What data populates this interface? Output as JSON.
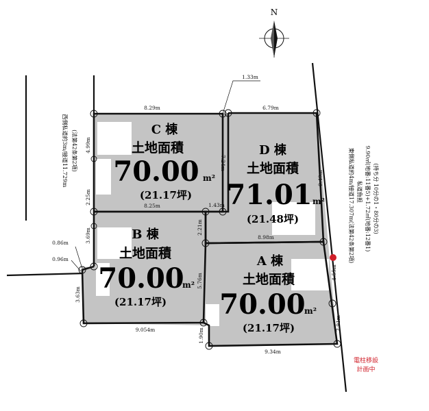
{
  "compass": {
    "label": "N"
  },
  "lots": {
    "A": {
      "title": "A 棟",
      "label": "土地面積",
      "area": "70.00",
      "unit": "m²",
      "tsubo": "(21.17坪)"
    },
    "B": {
      "title": "B 棟",
      "label": "土地面積",
      "area": "70.00",
      "unit": "m²",
      "tsubo": "(21.17坪)"
    },
    "C": {
      "title": "C 棟",
      "label": "土地面積",
      "area": "70.00",
      "unit": "m²",
      "tsubo": "(21.17坪)"
    },
    "D": {
      "title": "D 棟",
      "label": "土地面積",
      "area": "71.01",
      "unit": "m²",
      "tsubo": "(21.48坪)"
    }
  },
  "dimensions": {
    "d_133": "1.33m",
    "d_829": "8.29m",
    "d_679": "6.79m",
    "d_499": "4.99m",
    "d_724": "7.24m",
    "d_949": "9.49m",
    "d_225": "2.25m",
    "d_825": "8.25m",
    "d_143": "1.43m",
    "d_221": "2.21m",
    "d_898": "8.98m",
    "d_369": "3.69m",
    "d_086": "0.86m",
    "d_096": "0.96m",
    "d_576": "5.76m",
    "d_455": "4.55m",
    "d_363": "3.63m",
    "d_291": "2.91m",
    "d_9054": "9.054m",
    "d_190": "1.90m",
    "d_934": "9.34m"
  },
  "road_west": {
    "line1": "西側私道約3m/接道11.729m",
    "line2": "(法第42条第2項)"
  },
  "road_east": {
    "line1": "東側私道約4m/接道17.307m(法第42条第2項)",
    "line2": "私道負担",
    "line3": "9.90㎡(地番:11番5)+1.72㎡(地番:12番1)",
    "line4": "(持ち分 10分の1・80分の3)"
  },
  "pole_note": {
    "line1": "電柱移設",
    "line2": "計画中",
    "color": "#d0202a"
  },
  "colors": {
    "site_fill": "#c4c4c4",
    "parking_fill": "#ffffff",
    "boundary": "#111111"
  }
}
